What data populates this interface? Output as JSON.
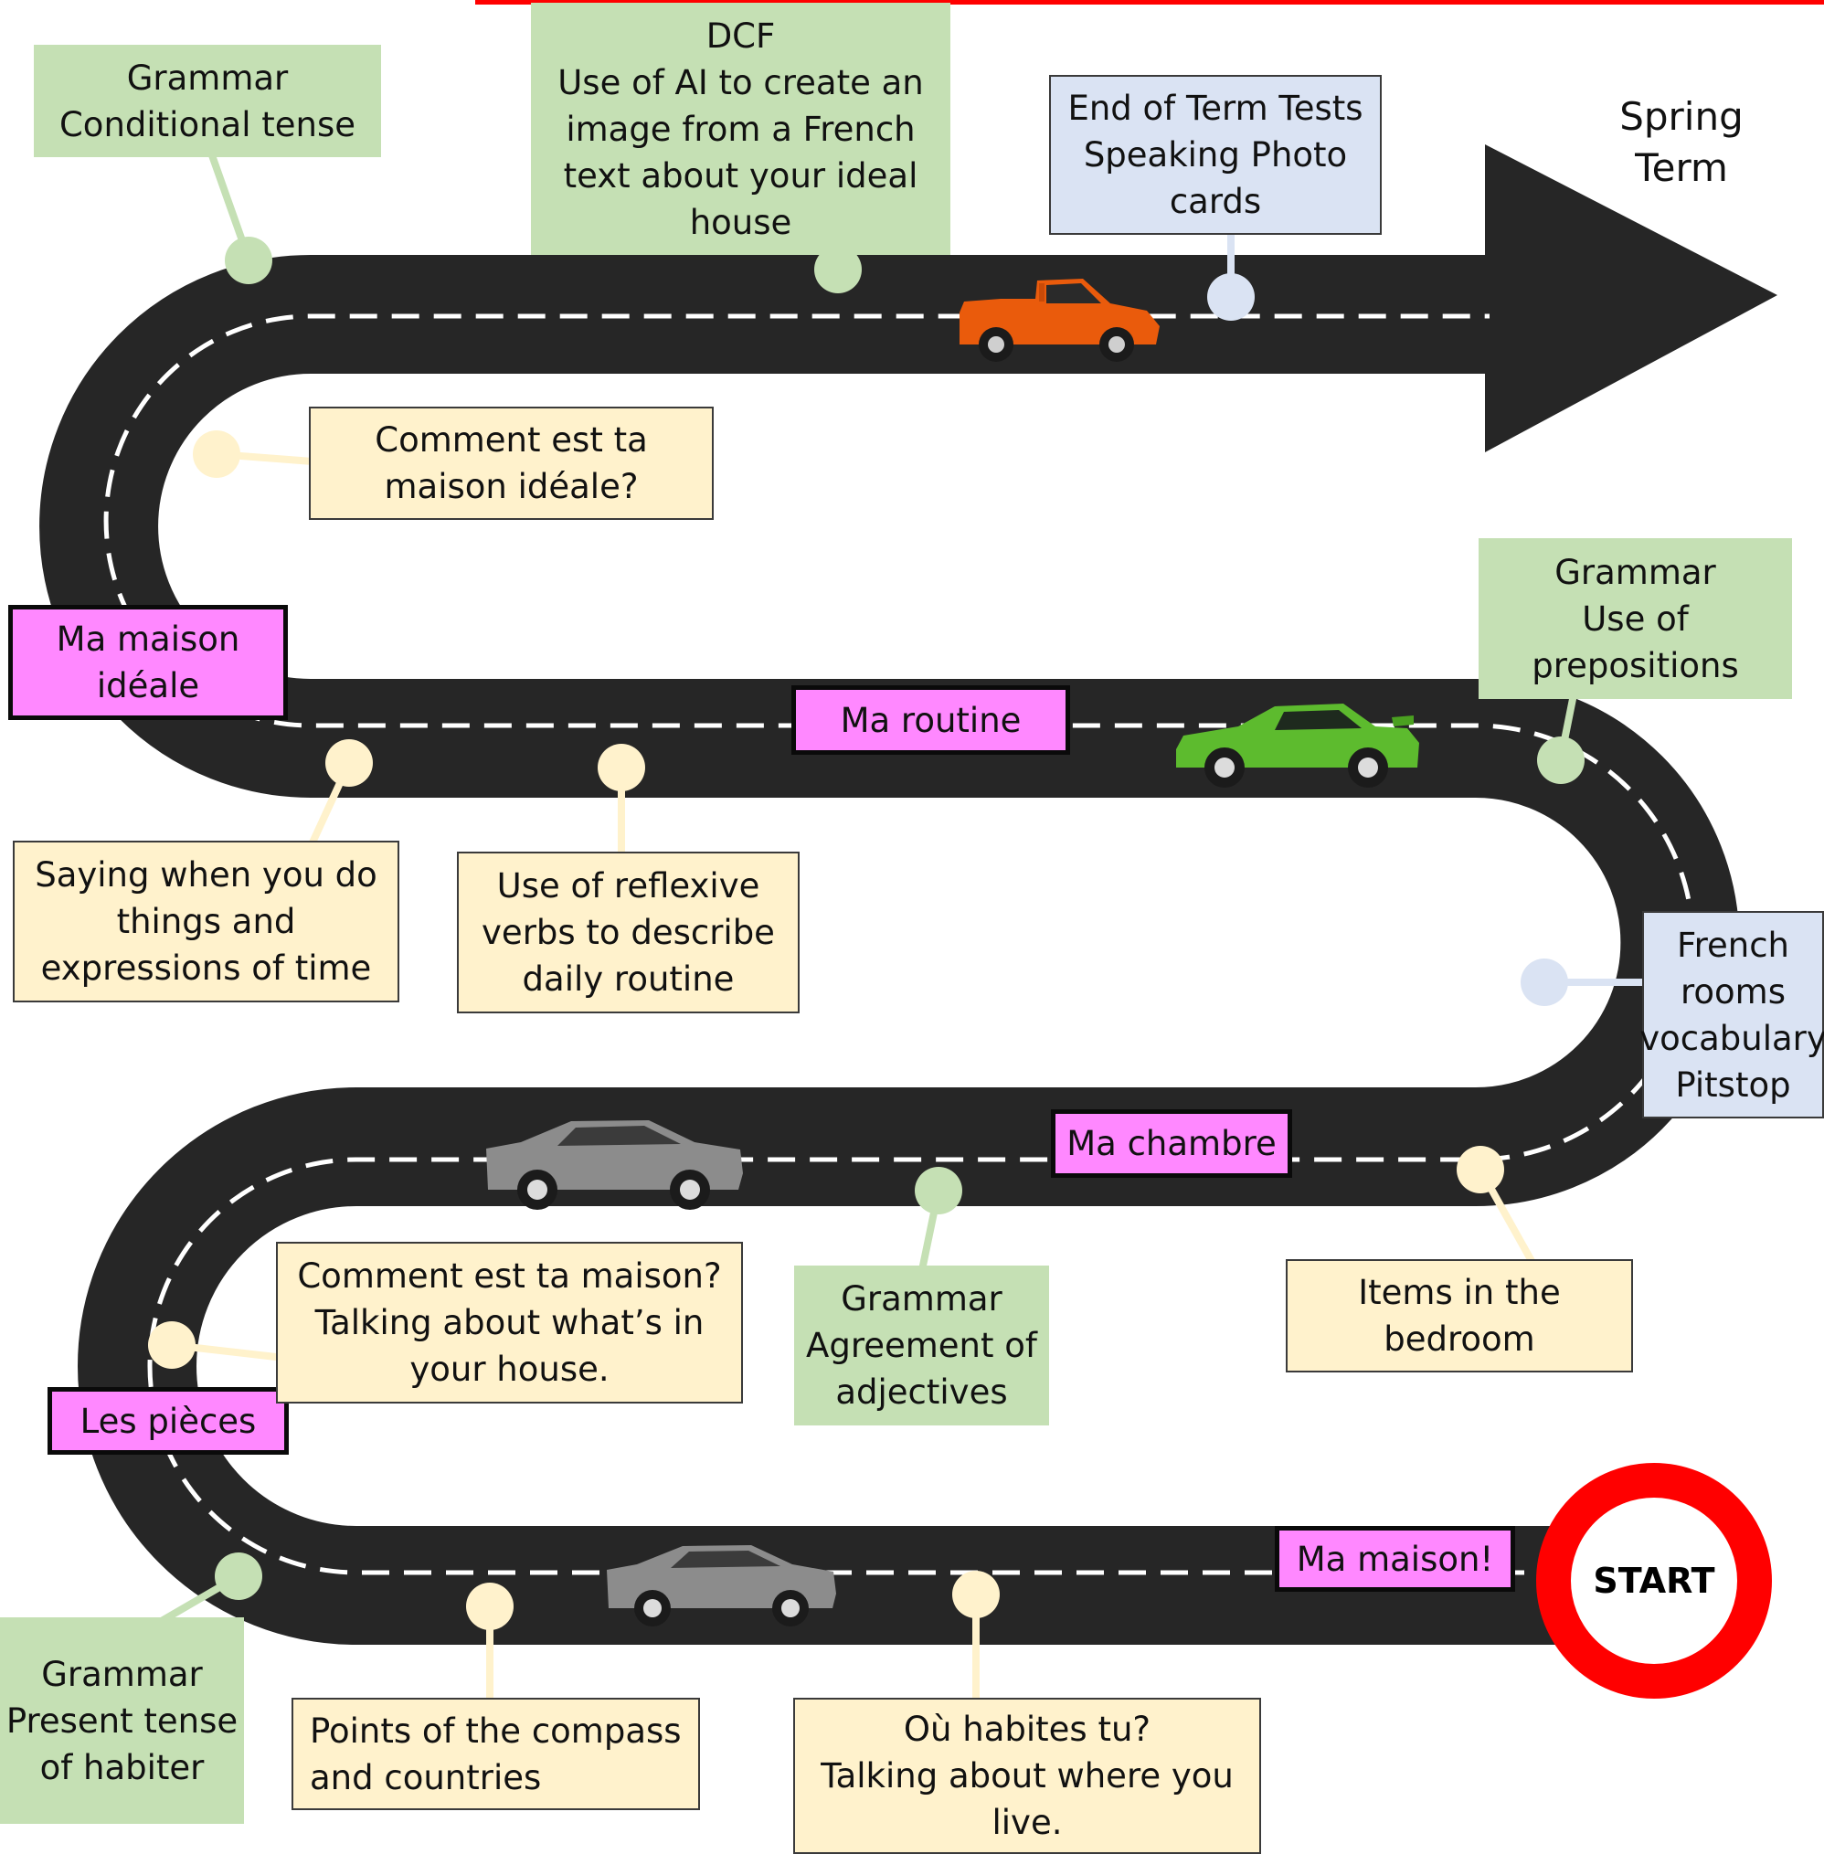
{
  "finish_label": "Spring\nTerm",
  "start_label": "START",
  "units": {
    "ma_maison": "Ma maison!",
    "les_pieces": "Les pièces",
    "ma_chambre": "Ma chambre",
    "ma_routine": "Ma routine",
    "ma_maison_ideale": "Ma maison\nidéale"
  },
  "topics": {
    "ou_habites": "Où habites tu?\nTalking about where you\nlive.",
    "compass": "Points of the compass\nand countries",
    "present_habiter": "Grammar\nPresent tense\nof habiter",
    "comment_maison": "Comment est ta maison?\nTalking about what’s in\nyour house.",
    "agreement": "Grammar\nAgreement of\nadjectives",
    "bedroom_items": "Items in the\nbedroom",
    "rooms_pitstop": "French\nrooms\nvocabulary\nPitstop",
    "prepositions": "Grammar\nUse of\nprepositions",
    "reflexive": "Use of reflexive\nverbs to describe\ndaily routine",
    "time_expressions": "Saying when you do\nthings and\nexpressions of time",
    "comment_ideale": "Comment est ta\nmaison idéale?",
    "conditional": "Grammar\nConditional tense",
    "dcf": "DCF\nUse of AI to create an\nimage from a French\ntext about your ideal\nhouse",
    "end_tests": "End of Term Tests\nSpeaking Photo\ncards"
  },
  "colors": {
    "road": "#262626",
    "lane_marking": "#ffffff",
    "cream_box": "#fff2cc",
    "green_box": "#c5e0b4",
    "blue_box": "#dae3f3",
    "pink_box": "#ff88ff",
    "start_ring": "#ff0000",
    "header_line": "#ff0000"
  },
  "icons": [
    "orange-pickup-truck",
    "green-sports-car",
    "grey-sedan-car",
    "grey-sedan-car"
  ]
}
